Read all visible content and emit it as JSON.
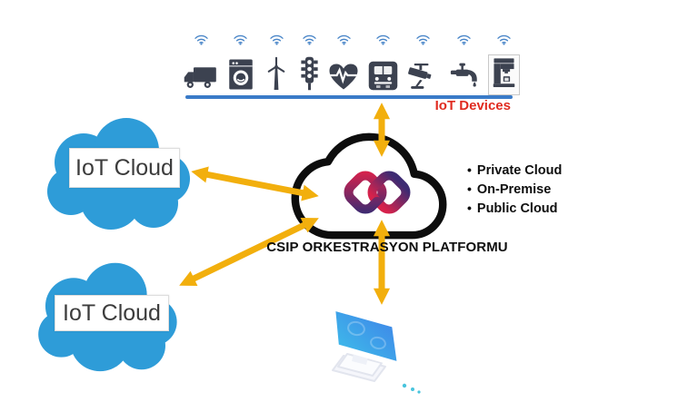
{
  "devices": {
    "caption": "IoT Devices",
    "items": [
      {
        "name": "truck"
      },
      {
        "name": "washing-machine"
      },
      {
        "name": "wind-turbine"
      },
      {
        "name": "traffic-light"
      },
      {
        "name": "heart-monitor"
      },
      {
        "name": "bus"
      },
      {
        "name": "cctv-camera"
      },
      {
        "name": "water-faucet"
      },
      {
        "name": "coffee-machine"
      }
    ]
  },
  "platform": {
    "label": "CSIP ORKESTRASYON PLATFORMU",
    "options": [
      "Private Cloud",
      "On-Premise",
      "Public Cloud"
    ],
    "bullet": "•"
  },
  "iot_clouds": [
    {
      "label": "IoT Cloud"
    },
    {
      "label": "IoT Cloud"
    }
  ],
  "colors": {
    "arrow": "#F2AF0D",
    "cloudBlue": "#2E9CD8",
    "icon": "#3C4250",
    "wifi": "#4A86C8",
    "line": "#3A7BC8",
    "red": "#E02B20",
    "logoCrimson": "#D6224C",
    "logoPurple": "#3E2B72",
    "screenCyan": "#3EC6EA",
    "screenBlue": "#3F7CE8"
  }
}
